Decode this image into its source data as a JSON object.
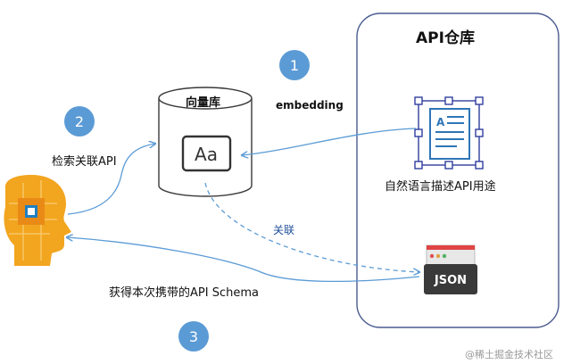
{
  "repo": {
    "title": "API仓库",
    "api_desc": "自然语言描述API用途"
  },
  "vector_db": {
    "title": "向量库",
    "icon_text": "Aa"
  },
  "steps": [
    {
      "number": "1",
      "label": "embedding"
    },
    {
      "number": "2",
      "label": "检索关联API"
    },
    {
      "number": "3",
      "label": "获得本次携带的API Schema"
    }
  ],
  "association_label": "关联",
  "json_icon_text": "JSON",
  "watermark": "@稀土掘金技术社区",
  "colors": {
    "badge": "#5b9bd5",
    "arrow": "#5b9bd5",
    "doc": "#2e75b6",
    "frame": "#2f3e9e"
  }
}
